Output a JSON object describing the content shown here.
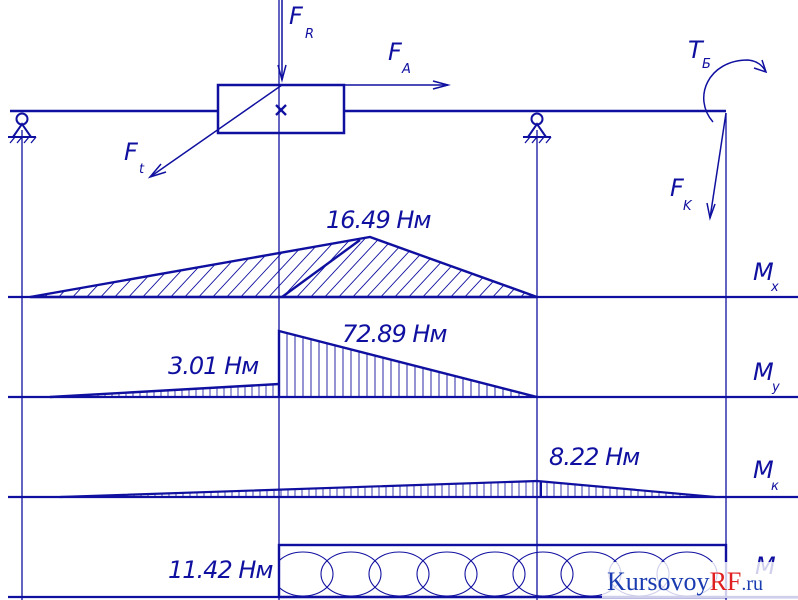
{
  "labels": {
    "fr": {
      "main": "F",
      "sub": "R"
    },
    "fa": {
      "main": "F",
      "sub": "A"
    },
    "ft": {
      "main": "F",
      "sub": "t"
    },
    "fk": {
      "main": "F",
      "sub": "K"
    },
    "tb": {
      "main": "T",
      "sub": "Б"
    }
  },
  "diagrams": {
    "mx": {
      "label": "M",
      "sub": "x",
      "value_text": "16.49 Нм"
    },
    "my": {
      "label": "M",
      "sub": "y",
      "value_left_text": "3.01 Нм",
      "value_right_text": "72.89 Нм"
    },
    "mk": {
      "label": "M",
      "sub": "к",
      "value_text": "8.22 Нм"
    },
    "t": {
      "label": "M",
      "value_text": "11.42 Нм"
    }
  },
  "watermark": {
    "text_1": "Kursovoy",
    "text_2": "RF",
    "text_3": ".ru"
  },
  "colors": {
    "ink": "#1010a0",
    "accent": "#e02020",
    "wm": "#1a3cb0"
  }
}
